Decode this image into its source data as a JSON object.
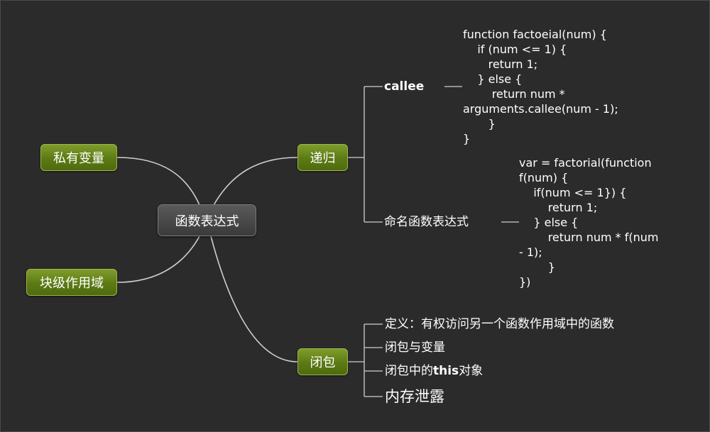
{
  "center": {
    "label": "函数表达式"
  },
  "left_nodes": [
    {
      "label": "私有变量"
    },
    {
      "label": "块级作用域"
    }
  ],
  "recursion": {
    "label": "递归",
    "callee": {
      "label": "callee",
      "code": "function factoeial(num) {\n    if (num <= 1) {\n       return 1;\n    } else {\n        return num *\narguments.callee(num - 1);\n       }\n}"
    },
    "named": {
      "label": "命名函数表达式",
      "code": "var = factorial(function\nf(num) {\n    if(num <= 1}) {\n        return 1;\n    } else {\n        return num * f(num\n- 1);\n        }\n})"
    }
  },
  "closure": {
    "label": "闭包",
    "items": [
      {
        "text": "定义：有权访问另一个函数作用域中的函数"
      },
      {
        "text": "闭包与变量"
      },
      {
        "prefix": "闭包中的",
        "bold": "this",
        "suffix": "对象"
      },
      {
        "text": "内存泄露"
      }
    ]
  }
}
